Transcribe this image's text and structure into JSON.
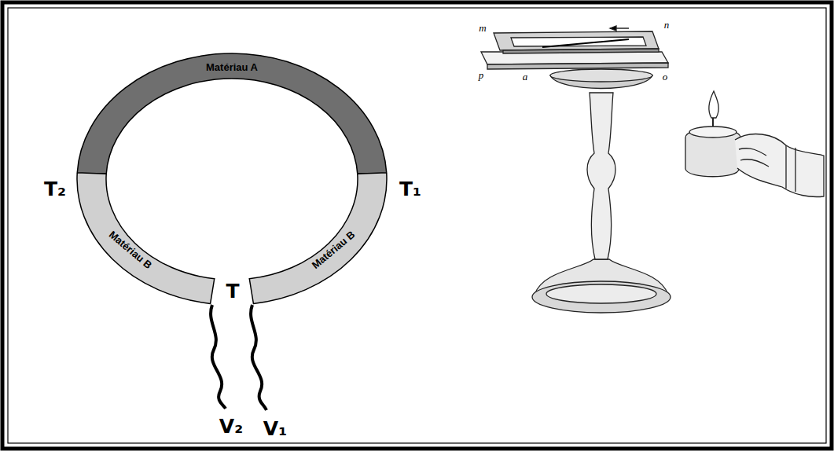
{
  "diagram": {
    "nodes": [
      {
        "text": [
          "Matériau A"
        ]
      },
      {
        "text": [
          "Matériau B"
        ]
      },
      {
        "text": [
          "Matériau B"
        ]
      }
    ],
    "labels": [
      "T₂",
      "T₁",
      "T",
      "V₂",
      "V₁",
      "m",
      "n",
      "p",
      "a",
      "o"
    ]
  }
}
